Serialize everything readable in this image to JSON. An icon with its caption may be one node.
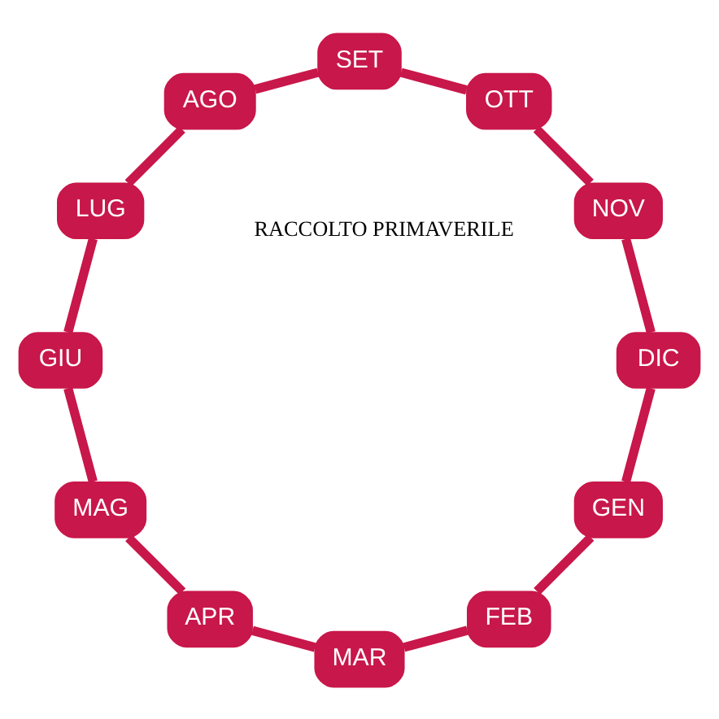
{
  "diagram": {
    "nodes": [
      {
        "text": [
          "GEN"
        ]
      },
      {
        "text": [
          "FEB"
        ]
      },
      {
        "text": [
          "MAR"
        ]
      },
      {
        "text": [
          "APR"
        ]
      },
      {
        "text": [
          "MAG"
        ]
      },
      {
        "text": [
          "GIU"
        ]
      },
      {
        "text": [
          "LUG"
        ]
      },
      {
        "text": [
          "AGO"
        ]
      },
      {
        "text": [
          "SET"
        ]
      },
      {
        "text": [
          "OTT"
        ]
      },
      {
        "text": [
          "NOV"
        ]
      },
      {
        "text": [
          "DIC"
        ]
      }
    ],
    "edges": [
      {
        "from": 0,
        "to": 1,
        "arrow": "none"
      },
      {
        "from": 1,
        "to": 2,
        "arrow": "none"
      },
      {
        "from": 2,
        "to": 3,
        "arrow": "none"
      },
      {
        "from": 3,
        "to": 4,
        "arrow": "none"
      },
      {
        "from": 4,
        "to": 5,
        "arrow": "none"
      },
      {
        "from": 5,
        "to": 6,
        "arrow": "none"
      },
      {
        "from": 6,
        "to": 7,
        "arrow": "none"
      },
      {
        "from": 7,
        "to": 8,
        "arrow": "none"
      },
      {
        "from": 8,
        "to": 9,
        "arrow": "none"
      },
      {
        "from": 9,
        "to": 10,
        "arrow": "none"
      },
      {
        "from": 10,
        "to": 11,
        "arrow": "none"
      },
      {
        "from": 11,
        "to": 0,
        "arrow": "none"
      }
    ],
    "labels": [
      "RACCOLTO PRIMAVERILE"
    ]
  }
}
